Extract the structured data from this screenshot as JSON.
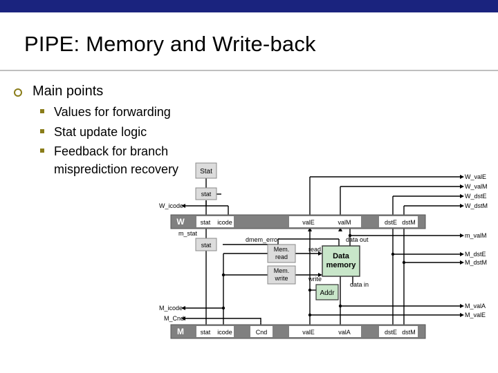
{
  "slide": {
    "title": "PIPE: Memory and Write-back",
    "main_point": "Main points",
    "sub_points": [
      "Values for forwarding",
      "Stat update logic",
      "Feedback for branch",
      "misprediction recovery"
    ]
  },
  "diagram": {
    "stat_block": "Stat",
    "stat_box": "stat",
    "w_icode": "W_icode",
    "w_reg": {
      "name": "W",
      "fields": [
        "stat",
        "icode",
        "valE",
        "valM",
        "dstE",
        "dstM"
      ]
    },
    "m_stat": "m_stat",
    "dmem_error": "dmem_error",
    "stat_box2": "stat",
    "mem_read": [
      "Mem.",
      "read"
    ],
    "mem_write": [
      "Mem.",
      "write"
    ],
    "read_label": "read",
    "write_label": "write",
    "data_memory": [
      "Data",
      "memory"
    ],
    "data_out": "data out",
    "data_in": "data in",
    "addr": "Addr",
    "m_icode": "M_icode",
    "m_cnd": "M_Cnd",
    "m_reg": {
      "name": "M",
      "fields": [
        "stat",
        "icode",
        "Cnd",
        "valE",
        "valA",
        "dstE",
        "dstM"
      ]
    },
    "right_labels": {
      "w_vale": "W_valE",
      "w_valm": "W_valM",
      "w_dste": "W_dstE",
      "w_dstm": "W_dstM",
      "m_valm": "m_valM",
      "m_dste": "M_dstE",
      "m_dstm": "M_dstM",
      "m_vala": "M_valA",
      "m_vale": "M_valE"
    }
  }
}
